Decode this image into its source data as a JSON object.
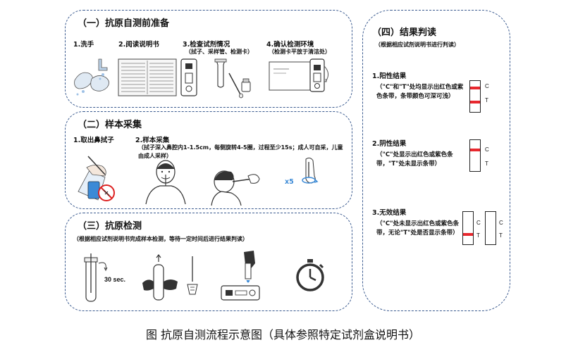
{
  "sections": {
    "prep": {
      "title": "（一）抗原自测前准备",
      "steps": [
        "1.洗手",
        "2.阅读说明书",
        "3.检查试剂情况",
        "4.确认检测环境"
      ],
      "step3_sub": "（拭子、采样管、检测卡）",
      "step4_sub": "（检测卡平放于清洁处）"
    },
    "sampling": {
      "title": "（二）样本采集",
      "step1": "1.取出鼻拭子",
      "step2": "2.样本采集",
      "note": "（拭子深入鼻腔内1-1.5cm，每侧旋转4-5圈，过程至少15s；成人可自采，儿童由成人采样）",
      "repeat": "x5"
    },
    "detection": {
      "title": "（三）抗原检测",
      "note": "（根据相应试剂说明书完成样本检测，等待一定时间后进行结果判读）",
      "timer": "30 sec."
    },
    "results": {
      "title": "（四）结果判读",
      "note": "（根据相应试剂说明书进行判读）",
      "positive": {
        "label": "1.阳性结果",
        "desc": "（\"C\"和\"T\"处均显示出红色或紫色条带，条带颜色可深可浅）"
      },
      "negative": {
        "label": "2.阴性结果",
        "desc": "（\"C\"处显示出红色或紫色条带，\"T\"处未显示条带）"
      },
      "invalid": {
        "label": "3.无效结果",
        "desc": "（\"C\"处未显示出红色或紫色条带，无论\"T\"处是否显示条带）"
      },
      "c_mark": "C",
      "t_mark": "T"
    }
  },
  "caption": "图  抗原自测流程示意图（具体参照特定试剂盒说明书）",
  "colors": {
    "border": "#3a5a8f",
    "band": "#e8282e",
    "sky": "#3c8ad6"
  }
}
